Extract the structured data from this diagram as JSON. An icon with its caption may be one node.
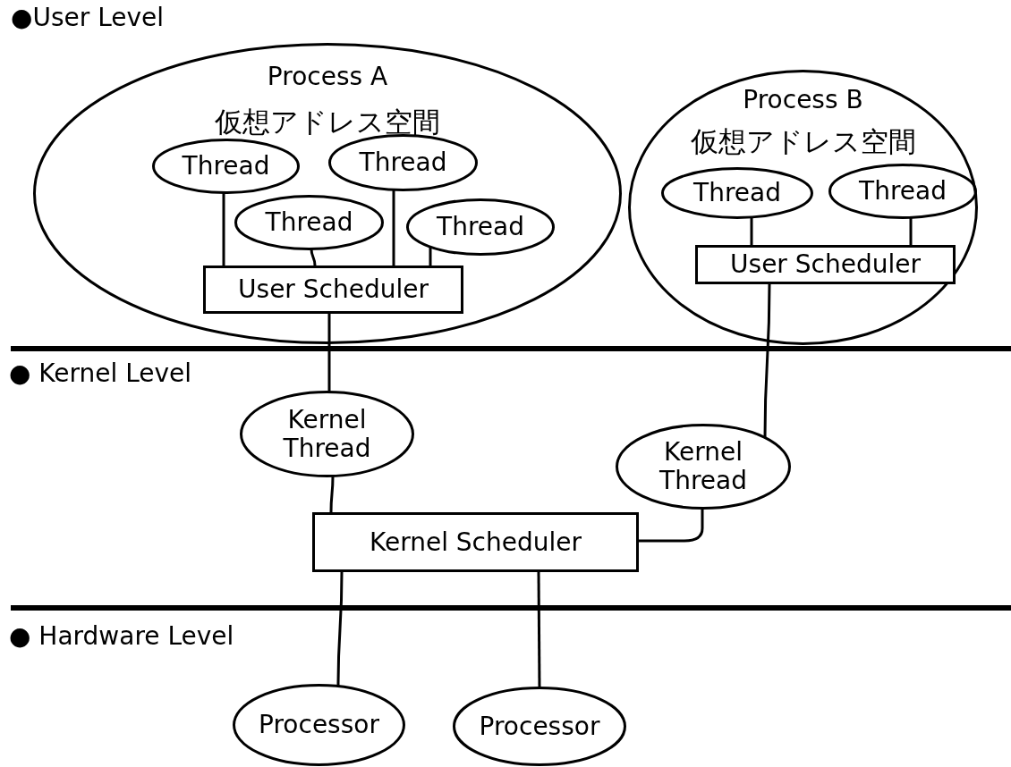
{
  "diagram": {
    "nodes": [
      {
        "text": [
          "Process A",
          "仮想アドレス空間"
        ]
      },
      {
        "text": [
          "Thread"
        ],
        "in": 0
      },
      {
        "text": [
          "Thread"
        ],
        "in": 0
      },
      {
        "text": [
          "Thread"
        ],
        "in": 0
      },
      {
        "text": [
          "Thread"
        ],
        "in": 0
      },
      {
        "text": [
          "User Scheduler"
        ],
        "in": 0
      },
      {
        "text": [
          "Process B",
          "仮想アドレス空間"
        ]
      },
      {
        "text": [
          "Thread"
        ],
        "in": 6
      },
      {
        "text": [
          "Thread"
        ],
        "in": 6
      },
      {
        "text": [
          "User Scheduler"
        ],
        "in": 6
      },
      {
        "text": [
          "Kernel Thread"
        ]
      },
      {
        "text": [
          "Kernel Thread"
        ]
      },
      {
        "text": [
          "Kernel Scheduler"
        ]
      },
      {
        "text": [
          "Processor"
        ]
      },
      {
        "text": [
          "Processor"
        ]
      }
    ],
    "edges": [
      {
        "from": 1,
        "to": 5,
        "arrow": "none"
      },
      {
        "from": 3,
        "to": 5,
        "arrow": "none"
      },
      {
        "from": 2,
        "to": 5,
        "arrow": "none"
      },
      {
        "from": 4,
        "to": 5,
        "arrow": "none"
      },
      {
        "from": 7,
        "to": 9,
        "arrow": "none"
      },
      {
        "from": 8,
        "to": 9,
        "arrow": "none"
      },
      {
        "from": 5,
        "to": 10,
        "arrow": "none"
      },
      {
        "from": 9,
        "to": 11,
        "arrow": "none"
      },
      {
        "from": 10,
        "to": 12,
        "arrow": "none"
      },
      {
        "from": 11,
        "to": 12,
        "arrow": "none"
      },
      {
        "from": 12,
        "to": 13,
        "arrow": "none"
      },
      {
        "from": 12,
        "to": 14,
        "arrow": "none"
      }
    ],
    "labels": [
      "●User Level",
      "● Kernel Level",
      "● Hardware Level"
    ]
  }
}
